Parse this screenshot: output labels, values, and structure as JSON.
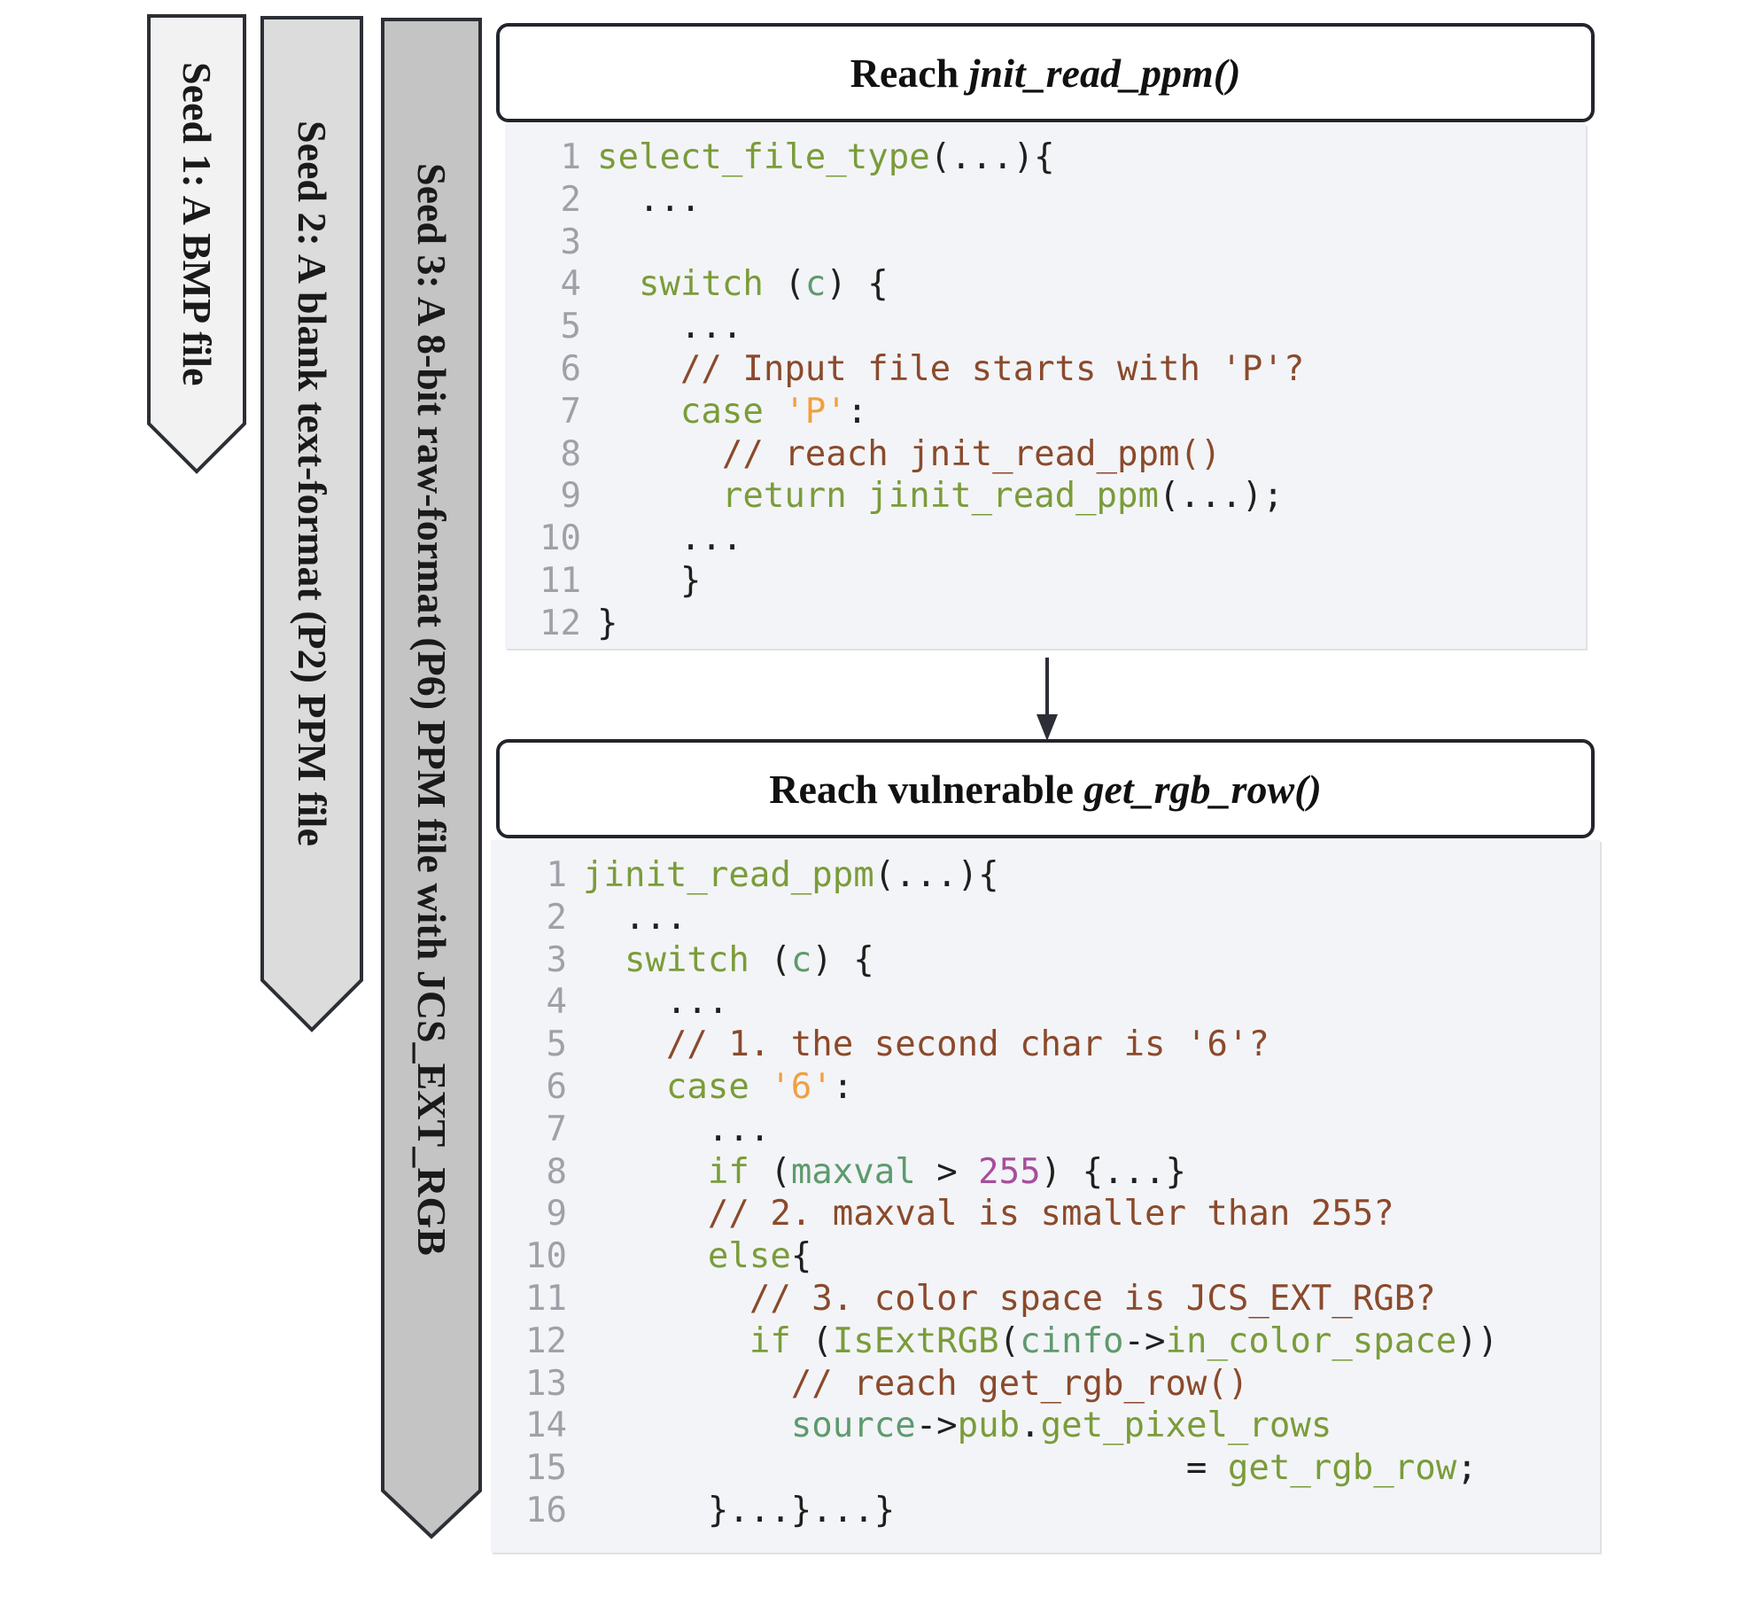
{
  "seeds": [
    {
      "label": "Seed 1: A BMP file",
      "fill": "#f2f2f2"
    },
    {
      "label": "Seed 2: A blank text-format (P2) PPM file",
      "fill": "#dcdcdc"
    },
    {
      "label": "Seed 3: A 8-bit raw-format (P6) PPM file with JCS_EXT_RGB",
      "fill": "#c4c4c4"
    }
  ],
  "panel1": {
    "title_prefix": "Reach ",
    "title_fn": "jnit_read_ppm()",
    "lines": [
      {
        "n": "1",
        "tokens": [
          {
            "t": "select_file_type",
            "c": "fn"
          },
          {
            "t": "(...){",
            "c": "p"
          }
        ]
      },
      {
        "n": "2",
        "tokens": [
          {
            "t": "  ...",
            "c": "p"
          }
        ]
      },
      {
        "n": "3",
        "tokens": [
          {
            "t": "",
            "c": "p"
          }
        ]
      },
      {
        "n": "4",
        "tokens": [
          {
            "t": "  ",
            "c": "p"
          },
          {
            "t": "switch",
            "c": "kw"
          },
          {
            "t": " (",
            "c": "p"
          },
          {
            "t": "c",
            "c": "var"
          },
          {
            "t": ") {",
            "c": "p"
          }
        ]
      },
      {
        "n": "5",
        "tokens": [
          {
            "t": "    ...",
            "c": "p"
          }
        ]
      },
      {
        "n": "6",
        "tokens": [
          {
            "t": "    // Input file starts with 'P'?",
            "c": "cm"
          }
        ]
      },
      {
        "n": "7",
        "tokens": [
          {
            "t": "    ",
            "c": "p"
          },
          {
            "t": "case",
            "c": "kw"
          },
          {
            "t": " ",
            "c": "p"
          },
          {
            "t": "'P'",
            "c": "str"
          },
          {
            "t": ":",
            "c": "p"
          }
        ]
      },
      {
        "n": "8",
        "tokens": [
          {
            "t": "      // reach jnit_read_ppm()",
            "c": "cm"
          }
        ]
      },
      {
        "n": "9",
        "tokens": [
          {
            "t": "      ",
            "c": "p"
          },
          {
            "t": "return",
            "c": "kw"
          },
          {
            "t": " ",
            "c": "p"
          },
          {
            "t": "jinit_read_ppm",
            "c": "fn"
          },
          {
            "t": "(...);",
            "c": "p"
          }
        ]
      },
      {
        "n": "10",
        "tokens": [
          {
            "t": "    ...",
            "c": "p"
          }
        ]
      },
      {
        "n": "11",
        "tokens": [
          {
            "t": "    }",
            "c": "p"
          }
        ]
      },
      {
        "n": "12",
        "tokens": [
          {
            "t": "}",
            "c": "p"
          }
        ]
      }
    ]
  },
  "panel2": {
    "title_prefix": "Reach vulnerable ",
    "title_fn": "get_rgb_row()",
    "lines": [
      {
        "n": "1",
        "tokens": [
          {
            "t": "jinit_read_ppm",
            "c": "fn"
          },
          {
            "t": "(...){",
            "c": "p"
          }
        ]
      },
      {
        "n": "2",
        "tokens": [
          {
            "t": "  ...",
            "c": "p"
          }
        ]
      },
      {
        "n": "3",
        "tokens": [
          {
            "t": "  ",
            "c": "p"
          },
          {
            "t": "switch",
            "c": "kw"
          },
          {
            "t": " (",
            "c": "p"
          },
          {
            "t": "c",
            "c": "var"
          },
          {
            "t": ") {",
            "c": "p"
          }
        ]
      },
      {
        "n": "4",
        "tokens": [
          {
            "t": "    ...",
            "c": "p"
          }
        ]
      },
      {
        "n": "5",
        "tokens": [
          {
            "t": "    // 1. the second char is '6'?",
            "c": "cm"
          }
        ]
      },
      {
        "n": "6",
        "tokens": [
          {
            "t": "    ",
            "c": "p"
          },
          {
            "t": "case",
            "c": "kw"
          },
          {
            "t": " ",
            "c": "p"
          },
          {
            "t": "'6'",
            "c": "str"
          },
          {
            "t": ":",
            "c": "p"
          }
        ]
      },
      {
        "n": "7",
        "tokens": [
          {
            "t": "      ...",
            "c": "p"
          }
        ]
      },
      {
        "n": "8",
        "tokens": [
          {
            "t": "      ",
            "c": "p"
          },
          {
            "t": "if",
            "c": "kw"
          },
          {
            "t": " (",
            "c": "p"
          },
          {
            "t": "maxval",
            "c": "var"
          },
          {
            "t": " > ",
            "c": "p"
          },
          {
            "t": "255",
            "c": "num"
          },
          {
            "t": ") {...}",
            "c": "p"
          }
        ]
      },
      {
        "n": "9",
        "tokens": [
          {
            "t": "      // 2. maxval is smaller than 255?",
            "c": "cm"
          }
        ]
      },
      {
        "n": "10",
        "tokens": [
          {
            "t": "      ",
            "c": "p"
          },
          {
            "t": "else",
            "c": "kw"
          },
          {
            "t": "{",
            "c": "p"
          }
        ]
      },
      {
        "n": "11",
        "tokens": [
          {
            "t": "        // 3. color space is JCS_EXT_RGB?",
            "c": "cm"
          }
        ]
      },
      {
        "n": "12",
        "tokens": [
          {
            "t": "        ",
            "c": "p"
          },
          {
            "t": "if",
            "c": "kw"
          },
          {
            "t": " (",
            "c": "p"
          },
          {
            "t": "IsExtRGB",
            "c": "fn"
          },
          {
            "t": "(",
            "c": "p"
          },
          {
            "t": "cinfo",
            "c": "var"
          },
          {
            "t": "->",
            "c": "p"
          },
          {
            "t": "in_color_space",
            "c": "fn"
          },
          {
            "t": "))",
            "c": "p"
          }
        ]
      },
      {
        "n": "13",
        "tokens": [
          {
            "t": "          // reach get_rgb_row()",
            "c": "cm"
          }
        ]
      },
      {
        "n": "14",
        "tokens": [
          {
            "t": "          ",
            "c": "p"
          },
          {
            "t": "source",
            "c": "var"
          },
          {
            "t": "->",
            "c": "p"
          },
          {
            "t": "pub",
            "c": "fn"
          },
          {
            "t": ".",
            "c": "p"
          },
          {
            "t": "get_pixel_rows",
            "c": "fn"
          }
        ]
      },
      {
        "n": "15",
        "tokens": [
          {
            "t": "                             = ",
            "c": "p"
          },
          {
            "t": "get_rgb_row",
            "c": "fn"
          },
          {
            "t": ";",
            "c": "p"
          }
        ]
      },
      {
        "n": "16",
        "tokens": [
          {
            "t": "      }...}...}",
            "c": "p"
          }
        ]
      }
    ]
  }
}
